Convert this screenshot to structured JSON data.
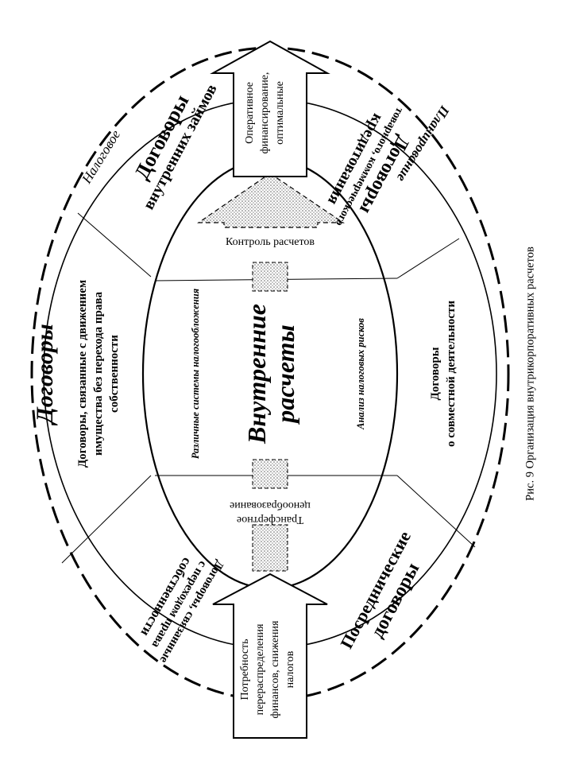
{
  "center": {
    "line1": "Внутренние",
    "line2": "расчеты"
  },
  "inner_ellipse": {
    "top_label": "Контроль расчетов",
    "left_label": "Различные системы налогообложения",
    "right_label": "Анализ налоговых рисков",
    "bottom_label_line1": "Трансфертное",
    "bottom_label_line2": "ценообразование"
  },
  "arrows": {
    "top": {
      "line1": "Оперативное",
      "line2": "финансирование,",
      "line3": "оптимальные"
    },
    "bottom": {
      "line1": "Потребность",
      "line2": "перераспределения",
      "line3": "финансов, снижения",
      "line4": "налогов"
    }
  },
  "outer_ring": {
    "left_title": "Договоры",
    "top_left_small": "Налоговое",
    "top_right_small": "Планирование",
    "sections": {
      "top_left": {
        "line1": "Договоры",
        "line2": "внутренних займов"
      },
      "top_right": {
        "line1": "Договоры",
        "line2": "товарного, коммерческого",
        "line3": "кредитования"
      },
      "left": {
        "line1": "Договоры, связанные с движением",
        "line2": "имущества без перехода права",
        "line3": "собственности"
      },
      "right": {
        "line1": "Договоры",
        "line2": "о совместной деятельности"
      },
      "bottom_left": {
        "line1": "Договоры, связанные",
        "line2": "с переходом права",
        "line3": "собственности"
      },
      "bottom_right": {
        "line1": "Посреднические",
        "line2": "договоры"
      }
    }
  },
  "caption": "Рис. 9 Организация внутрикорпоративных расчетов",
  "colors": {
    "ink": "#000000",
    "paper": "#ffffff",
    "stipple": "#bdbdbd"
  }
}
